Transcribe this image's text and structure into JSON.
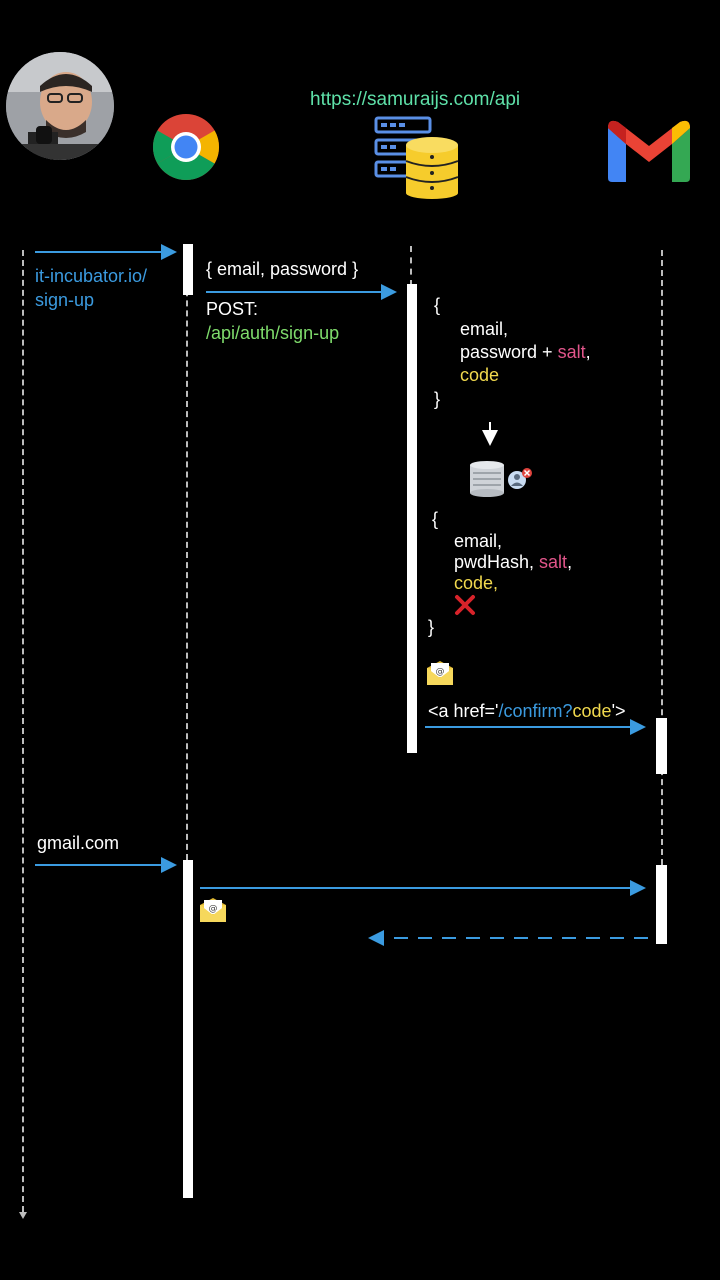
{
  "api_url": "https://samuraijs.com/api",
  "actors": {
    "presenter_icon": "presenter-avatar",
    "browser_icon": "chrome-icon",
    "server_icon": "server-database-icon",
    "mail_icon": "gmail-icon"
  },
  "step1": {
    "url_line1": "it-incubator.io/",
    "url_line2": "sign-up"
  },
  "step2": {
    "payload": "{ email, password }",
    "method": "POST:",
    "endpoint": "/api/auth/sign-up"
  },
  "input_obj": {
    "open": "{",
    "email": "email,",
    "password": "password + ",
    "salt": "salt",
    "comma": ",",
    "code": "code",
    "close": "}"
  },
  "stored_obj": {
    "open": "{",
    "email": "email,",
    "pwdhash": "pwdHash, ",
    "salt": "salt",
    "comma": ",",
    "code": "code,",
    "close": "}"
  },
  "link": {
    "prefix": "<a href='",
    "path": "/confirm?",
    "code": "code",
    "suffix": "'>"
  },
  "step3": {
    "site": "gmail.com"
  },
  "colors": {
    "background": "#000000",
    "arrow_blue": "#3b9be0",
    "green": "#7fdc6c",
    "pink": "#e0558a",
    "yellow": "#f1d94e"
  }
}
